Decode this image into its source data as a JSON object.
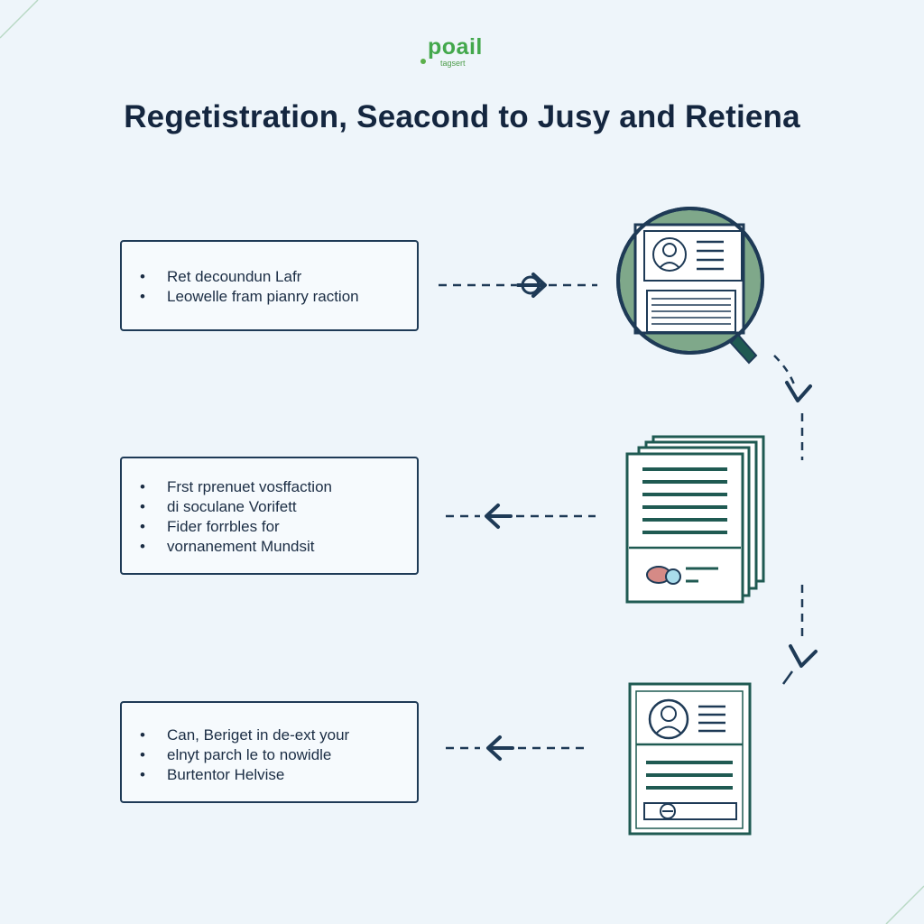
{
  "brand": {
    "name": "poail",
    "tagline": "tagsert",
    "accent_color": "#43a84c"
  },
  "title": "Regetistration, Seacond to Jusy and Retiena",
  "steps": [
    {
      "items": [
        "Ret decoundun Lafr",
        "Leowelle fram pianry raction"
      ]
    },
    {
      "items": [
        "Frst rprenuet vosffaction",
        "di soculane Vorifett",
        "Fider forrbles for",
        "vornanement Mundsit"
      ]
    },
    {
      "items": [
        "Can, Beriget in de-ext your",
        "elnyt parch le to nowidle",
        "Burtentor Helvise"
      ]
    }
  ],
  "icons": [
    "magnifier-profile-icon",
    "document-stack-icon",
    "profile-document-icon",
    "arrow-right-icon",
    "arrow-left-icon",
    "arrow-down-icon"
  ],
  "colors": {
    "navy": "#1e3a56",
    "teal": "#1f5a52",
    "sage": "#7fa88a",
    "background": "#eef5fa"
  }
}
